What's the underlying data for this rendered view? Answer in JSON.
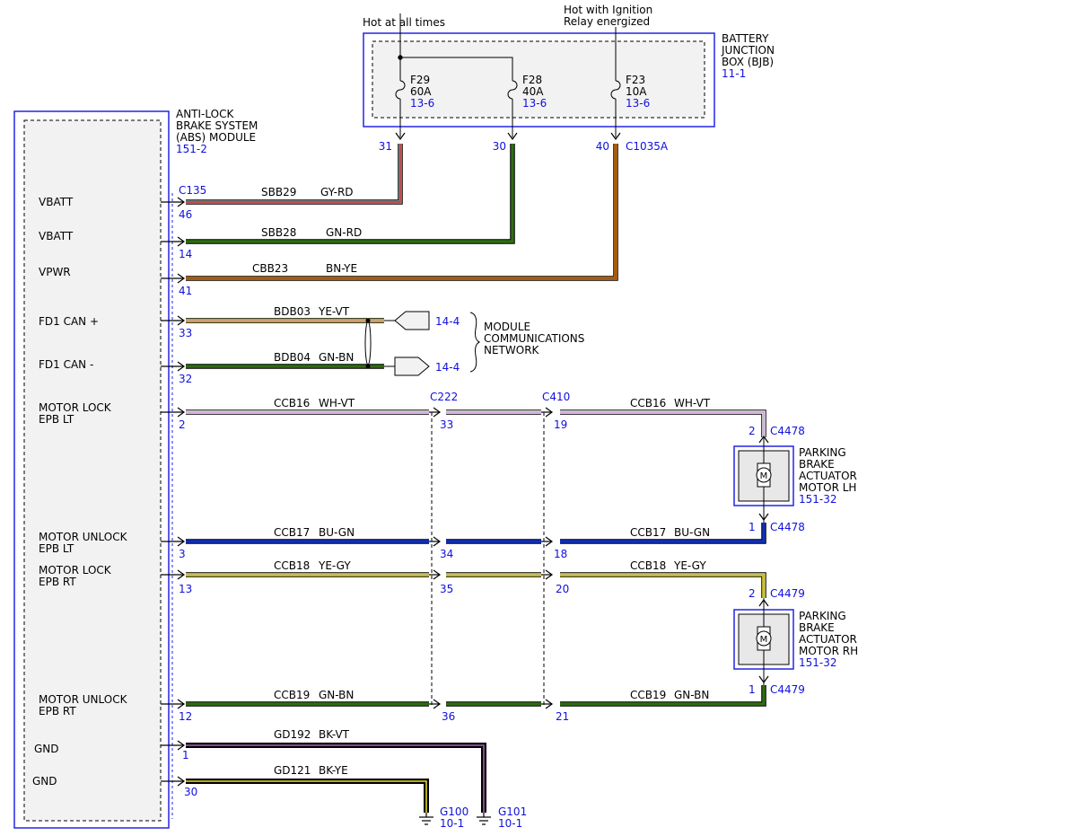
{
  "colors": {
    "frame_blue": "#2424e6",
    "pin_blue": "#1010e0",
    "gray": "#9a9a9a",
    "red": "#d02020",
    "green": "#2e6e10",
    "brown": "#7a4a1a",
    "orange": "#e07810",
    "yellow": "#f0e020",
    "violet": "#b060c0",
    "white": "#ffffff",
    "blue": "#1030c0",
    "black": "#111111"
  },
  "supply": {
    "hot_at_all_times": "Hot at all times",
    "hot_ignition_line1": "Hot with Ignition",
    "hot_ignition_line2": "Relay energized"
  },
  "bjb": {
    "title_lines": [
      "BATTERY",
      "JUNCTION",
      "BOX (BJB)"
    ],
    "ref": "11-1",
    "connector": "C1035A",
    "fuses": [
      {
        "name": "F29",
        "rating": "60A",
        "ref": "13-6",
        "pin": "31"
      },
      {
        "name": "F28",
        "rating": "40A",
        "ref": "13-6",
        "pin": "30"
      },
      {
        "name": "F23",
        "rating": "10A",
        "ref": "13-6",
        "pin": "40"
      }
    ]
  },
  "abs": {
    "title_lines": [
      "ANTI-LOCK",
      "BRAKE SYSTEM",
      "(ABS) MODULE"
    ],
    "ref": "151-2",
    "connector": "C135",
    "pins": [
      {
        "label_lines": [
          "VBATT"
        ],
        "pin": "46"
      },
      {
        "label_lines": [
          "VBATT"
        ],
        "pin": "14"
      },
      {
        "label_lines": [
          "VPWR"
        ],
        "pin": "41"
      },
      {
        "label_lines": [
          "FD1 CAN +"
        ],
        "pin": "33"
      },
      {
        "label_lines": [
          "FD1 CAN -"
        ],
        "pin": "32"
      },
      {
        "label_lines": [
          "MOTOR LOCK",
          "EPB LT"
        ],
        "pin": "2"
      },
      {
        "label_lines": [
          "MOTOR UNLOCK",
          "EPB LT"
        ],
        "pin": "3"
      },
      {
        "label_lines": [
          "MOTOR LOCK",
          "EPB RT"
        ],
        "pin": "13"
      },
      {
        "label_lines": [
          "MOTOR UNLOCK",
          "EPB RT"
        ],
        "pin": "12"
      },
      {
        "label_lines": [
          "GND"
        ],
        "pin": "1"
      },
      {
        "label_lines": [
          "GND"
        ],
        "pin": "30"
      }
    ]
  },
  "wires": [
    {
      "circuit": "SBB29",
      "color": "GY-RD"
    },
    {
      "circuit": "SBB28",
      "color": "GN-RD"
    },
    {
      "circuit": "CBB23",
      "color": "BN-YE"
    },
    {
      "circuit": "BDB03",
      "color": "YE-VT"
    },
    {
      "circuit": "BDB04",
      "color": "GN-BN"
    },
    {
      "circuit": "CCB16",
      "color": "WH-VT"
    },
    {
      "circuit": "CCB17",
      "color": "BU-GN"
    },
    {
      "circuit": "CCB18",
      "color": "YE-GY"
    },
    {
      "circuit": "CCB19",
      "color": "GN-BN"
    },
    {
      "circuit": "GD192",
      "color": "BK-VT"
    },
    {
      "circuit": "GD121",
      "color": "BK-YE"
    }
  ],
  "network": {
    "ref_top": "14-4",
    "ref_bottom": "14-4",
    "label_lines": [
      "MODULE",
      "COMMUNICATIONS",
      "NETWORK"
    ]
  },
  "inline_connectors": {
    "c222": {
      "name": "C222",
      "pins": [
        "33",
        "34",
        "35",
        "36"
      ]
    },
    "c410": {
      "name": "C410",
      "pins": [
        "19",
        "18",
        "20",
        "21"
      ]
    }
  },
  "motor_lh": {
    "title_lines": [
      "PARKING",
      "BRAKE",
      "ACTUATOR",
      "MOTOR LH"
    ],
    "ref": "151-32",
    "connector": "C4478",
    "pin_top": "2",
    "pin_bottom": "1",
    "symbol": "M"
  },
  "motor_rh": {
    "title_lines": [
      "PARKING",
      "BRAKE",
      "ACTUATOR",
      "MOTOR RH"
    ],
    "ref": "151-32",
    "connector": "C4479",
    "pin_top": "2",
    "pin_bottom": "1",
    "symbol": "M"
  },
  "grounds": [
    {
      "name": "G100",
      "ref": "10-1"
    },
    {
      "name": "G101",
      "ref": "10-1"
    }
  ]
}
